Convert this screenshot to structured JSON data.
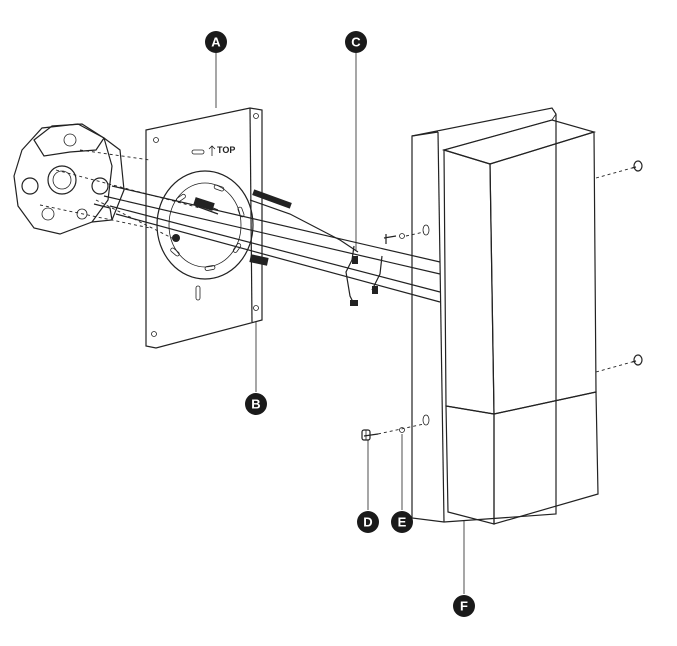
{
  "plate": {
    "top_marking": "TOP"
  },
  "callouts": [
    {
      "id": "callout-a",
      "letter": "A"
    },
    {
      "id": "callout-b",
      "letter": "B"
    },
    {
      "id": "callout-c",
      "letter": "C"
    },
    {
      "id": "callout-d",
      "letter": "D"
    },
    {
      "id": "callout-e",
      "letter": "E"
    },
    {
      "id": "callout-f",
      "letter": "F"
    }
  ],
  "colors": {
    "line": "#222222",
    "callout_fill": "#1a1a1a",
    "callout_text": "#ffffff",
    "background": "#ffffff"
  }
}
